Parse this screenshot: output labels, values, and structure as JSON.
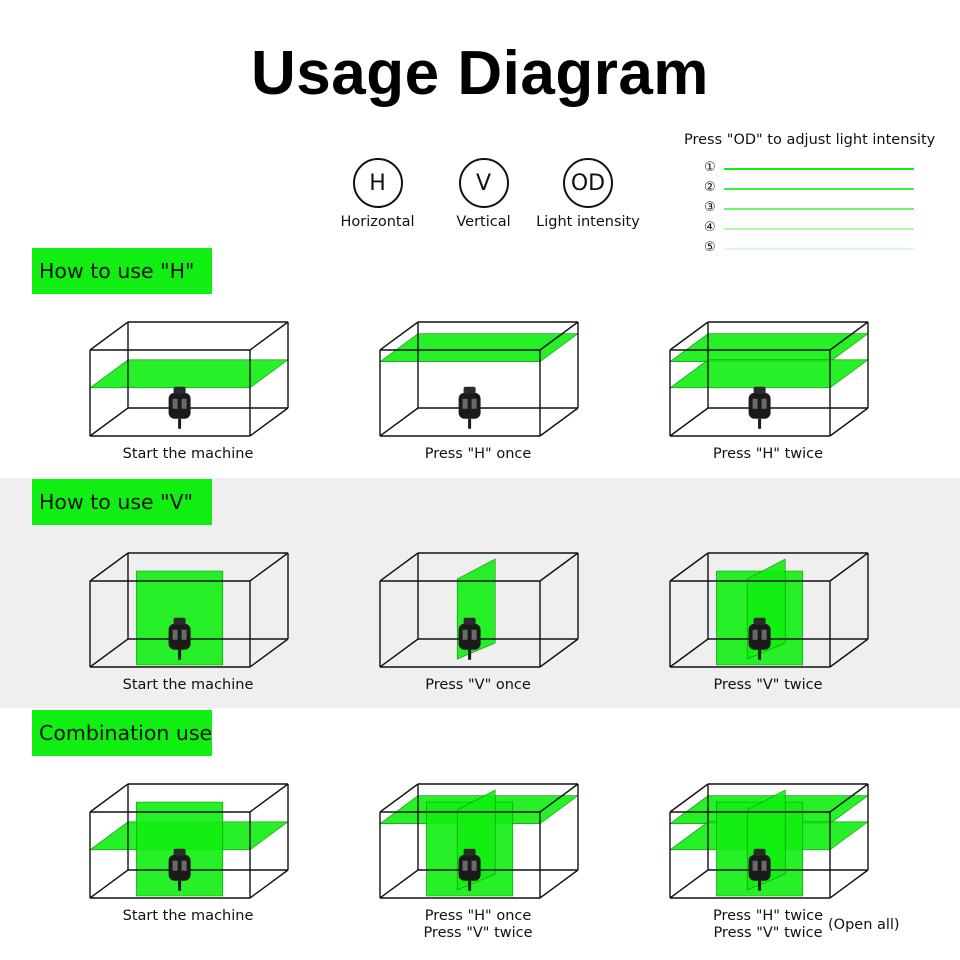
{
  "title": "Usage Diagram",
  "buttons": [
    {
      "symbol": "H",
      "label": "Horizontal"
    },
    {
      "symbol": "V",
      "label": "Vertical"
    },
    {
      "symbol": "OD",
      "label": "Light intensity"
    }
  ],
  "intensity": {
    "title": "Press \"OD\" to adjust light intensity",
    "levels": [
      {
        "num": "①",
        "opacity": 1.0
      },
      {
        "num": "②",
        "opacity": 0.8
      },
      {
        "num": "③",
        "opacity": 0.6
      },
      {
        "num": "④",
        "opacity": 0.35
      },
      {
        "num": "⑤",
        "opacity": 0.15
      }
    ]
  },
  "colors": {
    "laser": "#11ee11",
    "band_gray": "#efefef",
    "box_line": "#111111"
  },
  "sections": [
    {
      "label": "How to use \"H\"",
      "cells": [
        {
          "caption": [
            "Start the machine"
          ],
          "planes": [
            "h-mid"
          ]
        },
        {
          "caption": [
            "Press \"H\" once"
          ],
          "planes": [
            "h-top"
          ]
        },
        {
          "caption": [
            "Press \"H\" twice"
          ],
          "planes": [
            "h-top",
            "h-mid"
          ]
        }
      ]
    },
    {
      "label": "How to use \"V\"",
      "cells": [
        {
          "caption": [
            "Start the machine"
          ],
          "planes": [
            "v-front"
          ]
        },
        {
          "caption": [
            "Press \"V\" once"
          ],
          "planes": [
            "v-side"
          ]
        },
        {
          "caption": [
            "Press \"V\" twice"
          ],
          "planes": [
            "v-front",
            "v-side"
          ]
        }
      ]
    },
    {
      "label": "Combination use",
      "cells": [
        {
          "caption": [
            "Start the machine"
          ],
          "planes": [
            "h-mid",
            "v-front"
          ]
        },
        {
          "caption": [
            "Press \"H\" once",
            "Press \"V\" twice"
          ],
          "planes": [
            "h-top",
            "v-front",
            "v-side"
          ]
        },
        {
          "caption": [
            "Press \"H\" twice",
            "Press \"V\" twice"
          ],
          "planes": [
            "h-top",
            "h-mid",
            "v-front",
            "v-side"
          ],
          "note": "(Open all)"
        }
      ]
    }
  ]
}
